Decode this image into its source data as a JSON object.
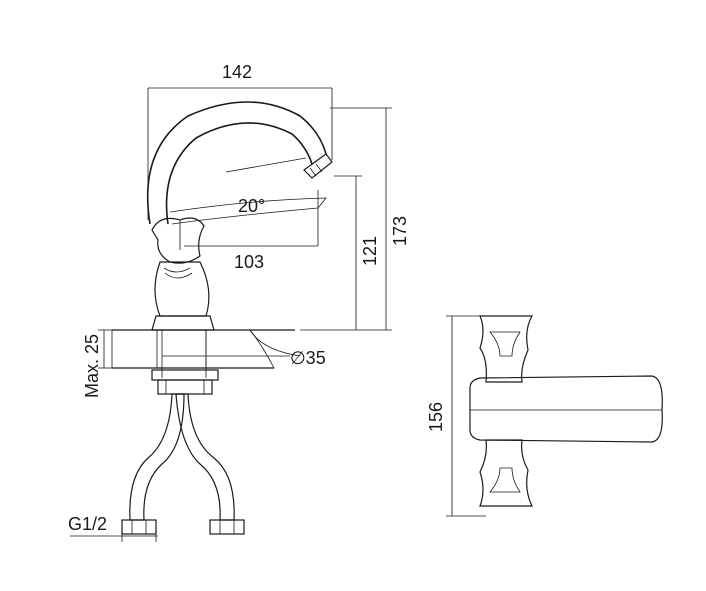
{
  "drawing": {
    "dimensions": {
      "spout_reach_total": "142",
      "spout_reach_short": "103",
      "spout_angle": "20°",
      "height_total": "173",
      "height_spout": "121",
      "mount_thickness": "Max. 25",
      "hole_diameter": "∅35",
      "connection_thread": "G1/2",
      "handle_width": "156"
    }
  }
}
